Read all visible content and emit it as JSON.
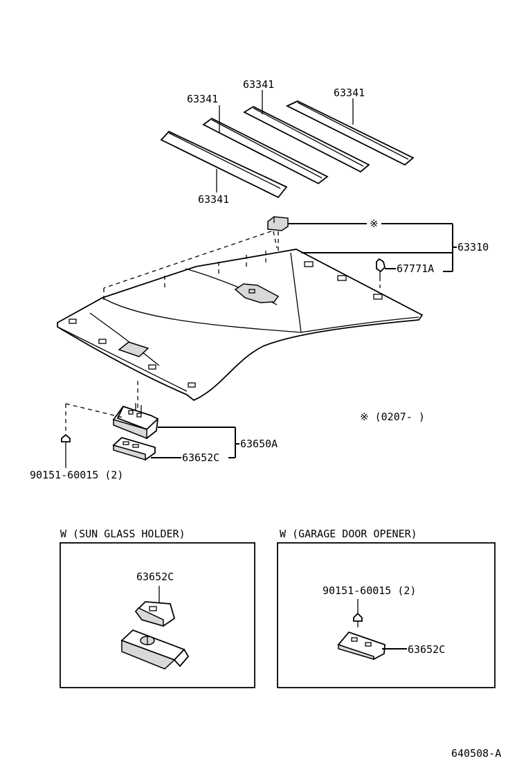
{
  "labels": {
    "strip_top_center": "63341",
    "strip_top_left": "63341",
    "strip_top_right": "63341",
    "strip_bottom": "63341",
    "headliner": "63310",
    "clip": "67771A",
    "mark_top": "※",
    "lamp_assy": "63650A",
    "lamp_cover": "63652C",
    "screw": "90151-60015 (2)",
    "note": "※ (0207-       )"
  },
  "insets": {
    "sun_glass": {
      "title": "W (SUN GLASS HOLDER)",
      "part": "63652C"
    },
    "garage_door": {
      "title": "W (GARAGE DOOR OPENER)",
      "screw": "90151-60015 (2)",
      "part": "63652C"
    }
  },
  "footer": {
    "code": "640508-A"
  }
}
